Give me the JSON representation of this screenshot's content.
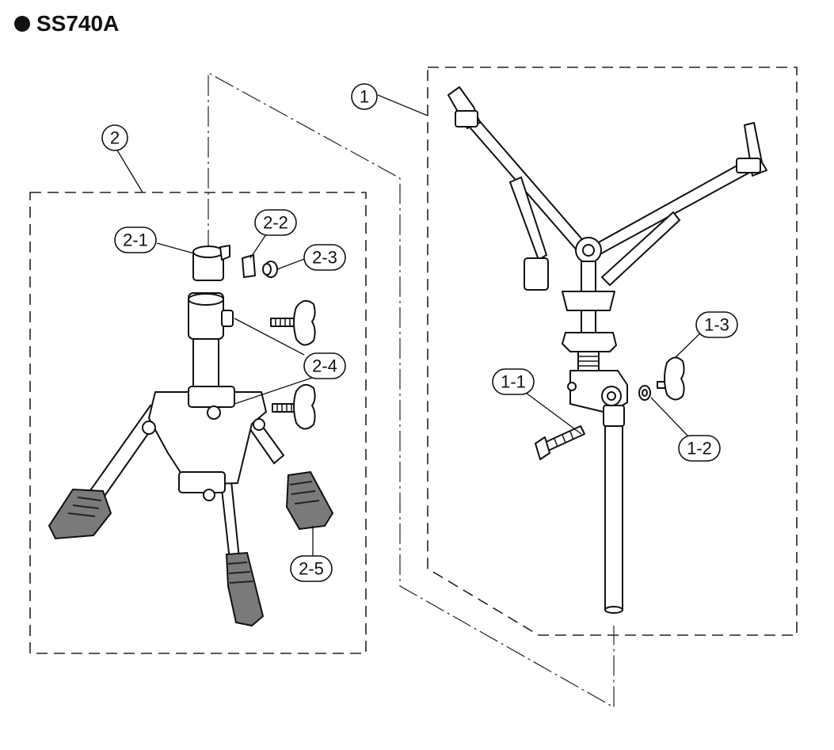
{
  "title": "SS740A",
  "labels": {
    "c1": "1",
    "c2": "2",
    "p2_1": "2-1",
    "p2_2": "2-2",
    "p2_3": "2-3",
    "p2_4": "2-4",
    "p2_5": "2-5",
    "p1_1": "1-1",
    "p1_2": "1-2",
    "p1_3": "1-3"
  }
}
